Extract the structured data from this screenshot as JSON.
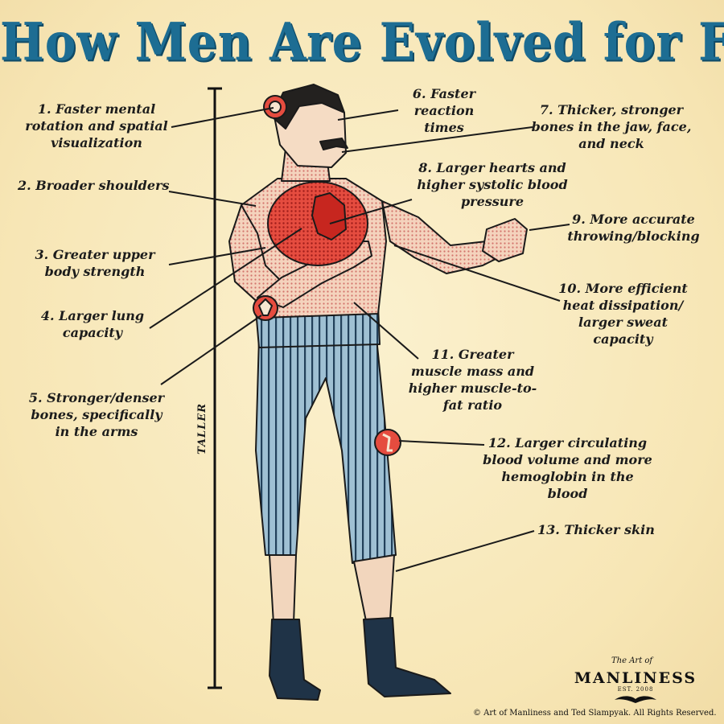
{
  "title": "How Men Are Evolved for Fighting",
  "labels": {
    "l1": "1. Faster mental rotation and spatial visualization",
    "l2": "2. Broader shoulders",
    "l3": "3. Greater upper body strength",
    "l4": "4. Larger lung capacity",
    "l5": "5. Stronger/denser bones, specifically in the arms",
    "l6": "6. Faster reaction times",
    "l7": "7. Thicker, stronger bones in the jaw, face, and neck",
    "l8": "8. Larger hearts and higher systolic blood pressure",
    "l9": "9. More accurate throwing/blocking",
    "l10": "10. More efficient heat dissipation/ larger sweat capacity",
    "l11": "11. Greater muscle mass and higher muscle-to-fat ratio",
    "l12": "12. Larger circulating blood volume and more hemoglobin in the blood",
    "l13": "13. Thicker skin"
  },
  "height_label": "TALLER",
  "logo": {
    "small": "The Art of",
    "name": "MANLINESS",
    "est": "EST. 2008"
  },
  "copyright": "© Art of Manliness and Ted Slampyak. All Rights Reserved.",
  "colors": {
    "background": "#f9ecc4",
    "title": "#1d6d93",
    "skin": "#f2c9ad",
    "trousers": "#8fb3c9",
    "organ_red": "#d9302a",
    "ink": "#1c1c1c"
  }
}
